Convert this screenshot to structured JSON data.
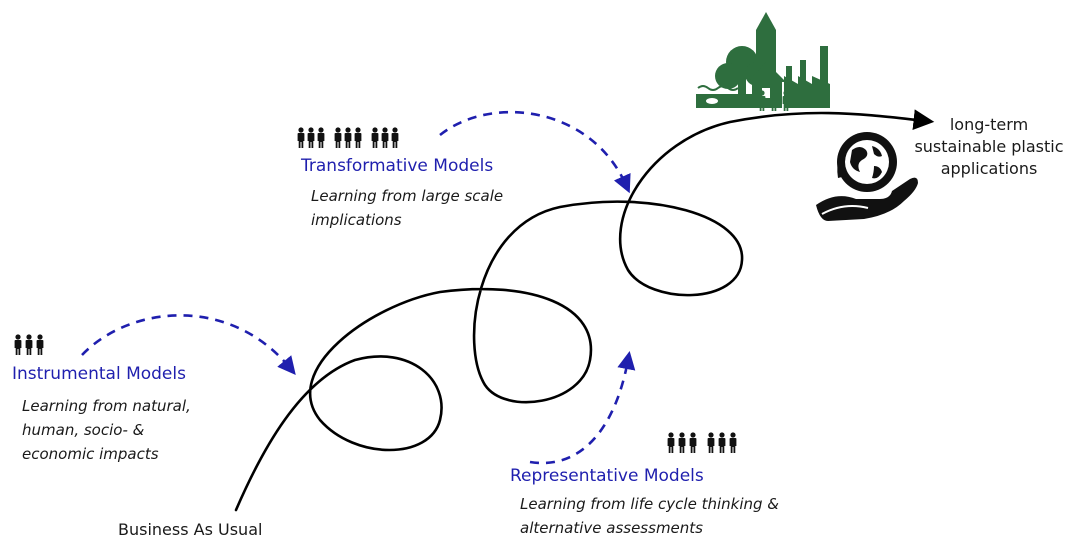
{
  "colors": {
    "accent": "#1f1fae",
    "path": "#000000",
    "icon_green": "#2e6e3e",
    "people": "#111111"
  },
  "start_label": "Business As Usual",
  "goal": {
    "lines": [
      "long-term",
      "sustainable plastic",
      "applications"
    ]
  },
  "models": {
    "instrumental": {
      "title": "Instrumental Models",
      "desc": [
        "Learning from natural,",
        "human, socio- &",
        "economic impacts"
      ],
      "people_count": 3
    },
    "representative": {
      "title": "Representative Models",
      "desc": [
        "Learning from life cycle thinking &",
        "alternative assessments"
      ],
      "people_count": 6
    },
    "transformative": {
      "title": "Transformative Models",
      "desc": [
        "Learning from large scale",
        "implications"
      ],
      "people_count": 9
    }
  },
  "icons": {
    "community": "town-community-icon",
    "globe_hand": "earth-in-hand-icon",
    "people": "people-group-icon"
  }
}
